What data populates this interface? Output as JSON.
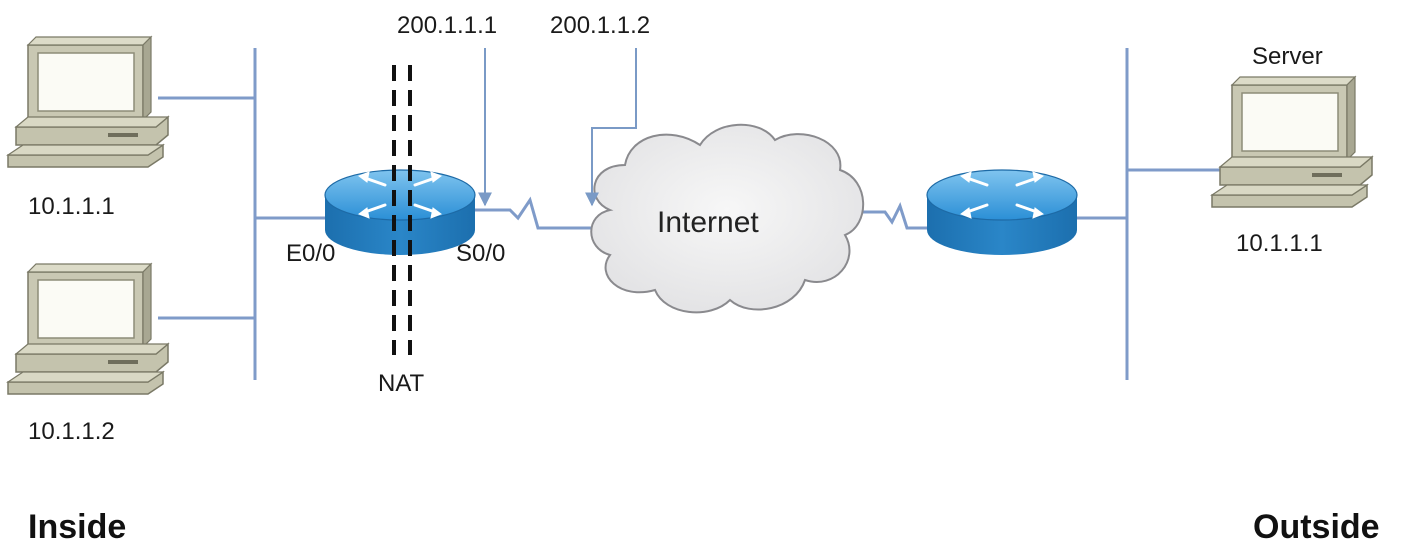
{
  "ip": {
    "router_s0_addr": "200.1.1.1",
    "isp_addr": "200.1.1.2"
  },
  "hosts": {
    "inside_pc1": "10.1.1.1",
    "inside_pc2": "10.1.1.2",
    "server_title": "Server",
    "server_addr": "10.1.1.1"
  },
  "interfaces": {
    "e0": "E0/0",
    "s0": "S0/0"
  },
  "nat_label": "NAT",
  "cloud_label": "Internet",
  "zones": {
    "inside": "Inside",
    "outside": "Outside"
  }
}
